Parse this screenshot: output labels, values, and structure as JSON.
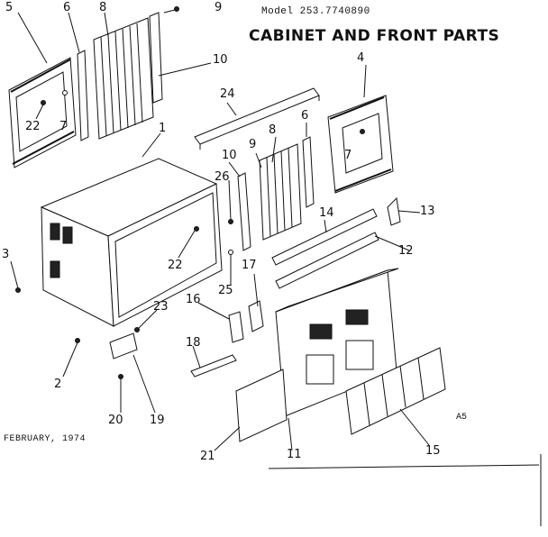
{
  "header": {
    "model": "Model 253.7740890",
    "title": "CABINET AND FRONT PARTS"
  },
  "footer": {
    "date": "FEBRUARY, 1974",
    "code": "A5"
  },
  "callouts": [
    "5",
    "6",
    "8",
    "9",
    "10",
    "22",
    "7",
    "1",
    "24",
    "4",
    "6",
    "10",
    "9",
    "8",
    "26",
    "7",
    "3",
    "22",
    "14",
    "13",
    "12",
    "17",
    "25",
    "16",
    "23",
    "18",
    "2",
    "20",
    "19",
    "21",
    "11",
    "15"
  ]
}
